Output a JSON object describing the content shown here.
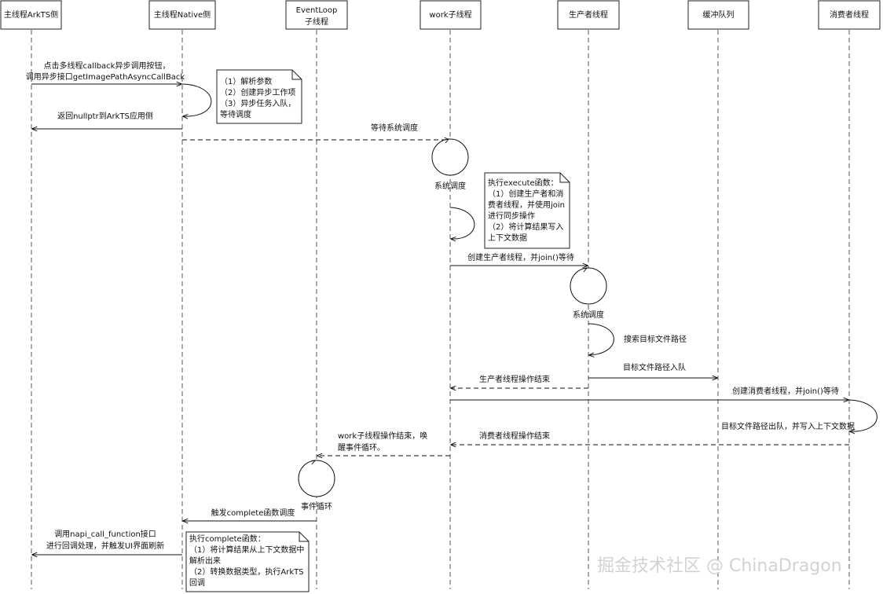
{
  "participants": [
    {
      "label": "主线程ArkTS侧"
    },
    {
      "label": "主线程Native侧"
    },
    {
      "label": "EventLoop",
      "label2": "子线程"
    },
    {
      "label": "work子线程"
    },
    {
      "label": "生产者线程"
    },
    {
      "label": "缓冲队列"
    },
    {
      "label": "消费者线程"
    }
  ],
  "messages": {
    "m1_line1": "点击多线程callback异步调用按钮，",
    "m1_line2": "调用异步接口getImagePathAsyncCallBack",
    "m2": "返回nullptr到ArkTS应用侧",
    "m3": "等待系统调度",
    "m4": "创建生产者线程，并join()等待",
    "m5": "搜索目标文件路径",
    "m6": "目标文件路径入队",
    "m7": "生产者线程操作结束",
    "m8": "创建消费者线程，并join()等待",
    "m9": "目标文件路径出队，并写入上下文数据",
    "m10": "消费者线程操作结束",
    "m11_line1": "work子线程操作结束，唤",
    "m11_line2": "醒事件循环。",
    "m12": "触发complete函数调度",
    "m13_line1": "调用napi_call_function接口",
    "m13_line2": "进行回调处理，并触发UI界面刷新"
  },
  "activations": {
    "system_schedule_1": "系统调度",
    "system_schedule_2": "系统调度",
    "event_loop": "事件循环"
  },
  "notes": {
    "note1": [
      "（1）解析参数",
      "（2）创建异步工作项",
      "（3）异步任务入队，",
      "等待调度"
    ],
    "note2": [
      "执行execute函数：",
      "（1）创建生产者和消",
      "费者线程，并使用join",
      "进行同步操作",
      "（2）将计算结果写入",
      "上下文数据"
    ],
    "note3": [
      "执行complete函数：",
      "（1）将计算结果从上下文数据中",
      "解析出来",
      "（2）转换数据类型，执行ArkTS",
      "回调"
    ]
  },
  "watermark": "掘金技术社区 @ ChinaDragon"
}
